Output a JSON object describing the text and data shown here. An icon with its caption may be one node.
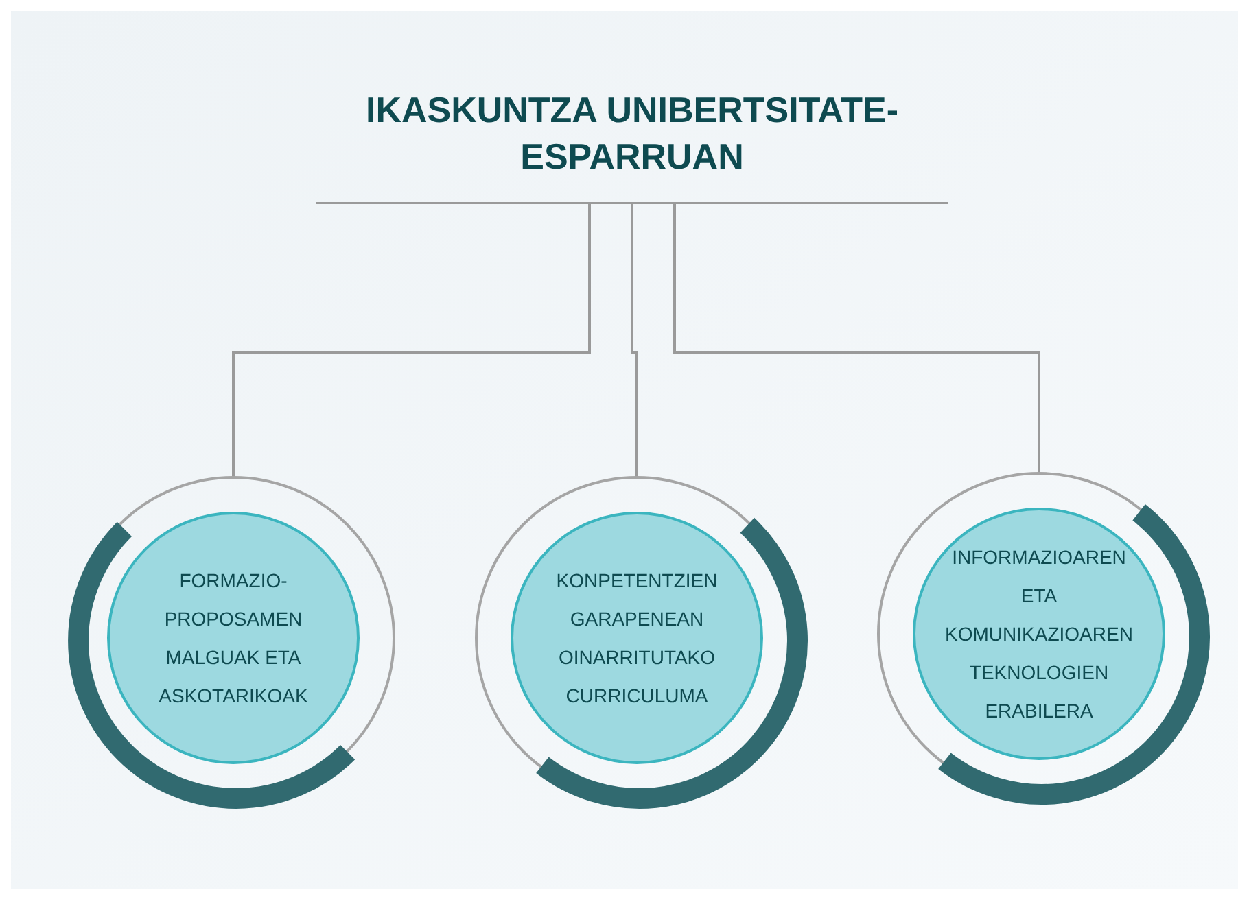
{
  "diagram": {
    "nodes": [
      {
        "text": [
          "IKASKUNTZA UNIBERTSITATE-ESPARRUAN"
        ]
      },
      {
        "text": [
          "FORMAZIO-PROPOSAMEN MALGUAK ETA ASKOTARIKOAK"
        ]
      },
      {
        "text": [
          "KONPETENTZIEN GARAPENEAN OINARRITUTAKO CURRICULUMA"
        ]
      },
      {
        "text": [
          "INFORMAZIOAREN ETA KOMUNIKAZIOAREN TEKNOLOGIEN ERABILERA"
        ]
      }
    ],
    "edges": [
      {
        "from": 0,
        "to": 1,
        "arrow": "none"
      },
      {
        "from": 0,
        "to": 2,
        "arrow": "none"
      },
      {
        "from": 0,
        "to": 3,
        "arrow": "none"
      }
    ]
  }
}
